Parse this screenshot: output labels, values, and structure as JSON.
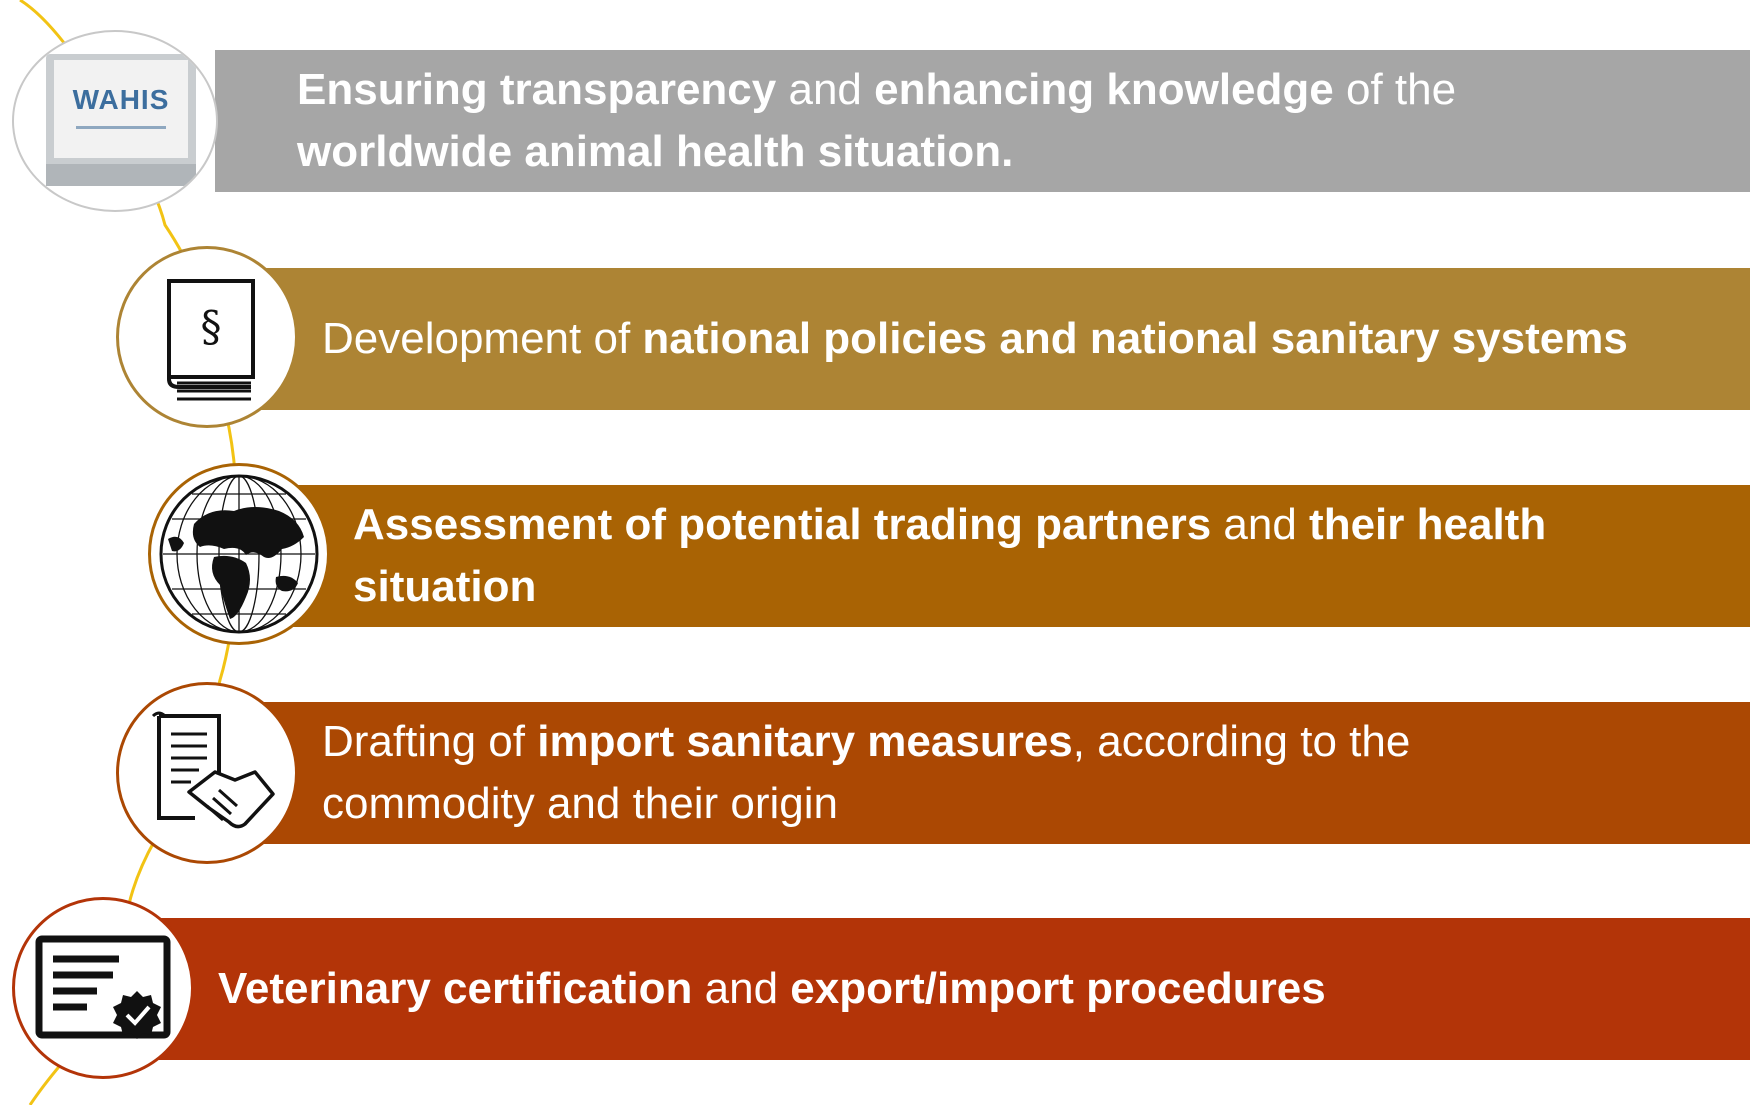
{
  "colors": {
    "connector": "#f2c314",
    "band_1": "#a6a6a6",
    "band_2": "#ad8434",
    "band_3": "#a96304",
    "band_4": "#ab4803",
    "band_5": "#b33408"
  },
  "items": [
    {
      "icon": "wahis-monitor-icon",
      "icon_text": "WAHIS",
      "segments": [
        {
          "text": "Ensuring transparency",
          "bold": true
        },
        {
          "text": " and ",
          "bold": false
        },
        {
          "text": "enhancing knowledge",
          "bold": true
        },
        {
          "text": " of the ",
          "bold": false
        },
        {
          "text": "worldwide animal health situation.",
          "bold": true
        }
      ]
    },
    {
      "icon": "law-book-icon",
      "icon_text": "§",
      "segments": [
        {
          "text": "Development of ",
          "bold": false
        },
        {
          "text": "national policies and national sanitary systems",
          "bold": true
        }
      ]
    },
    {
      "icon": "globe-icon",
      "segments": [
        {
          "text": "Assessment of potential trading partners",
          "bold": true
        },
        {
          "text": " and ",
          "bold": false
        },
        {
          "text": "their health situation",
          "bold": true
        }
      ]
    },
    {
      "icon": "agreement-handshake-icon",
      "segments": [
        {
          "text": "Drafting of ",
          "bold": false
        },
        {
          "text": "import sanitary measures",
          "bold": true
        },
        {
          "text": ", according to the commodity and their origin",
          "bold": false
        }
      ]
    },
    {
      "icon": "certificate-icon",
      "segments": [
        {
          "text": "Veterinary certification",
          "bold": true
        },
        {
          "text": " and ",
          "bold": false
        },
        {
          "text": "export/import procedures",
          "bold": true
        }
      ]
    }
  ]
}
